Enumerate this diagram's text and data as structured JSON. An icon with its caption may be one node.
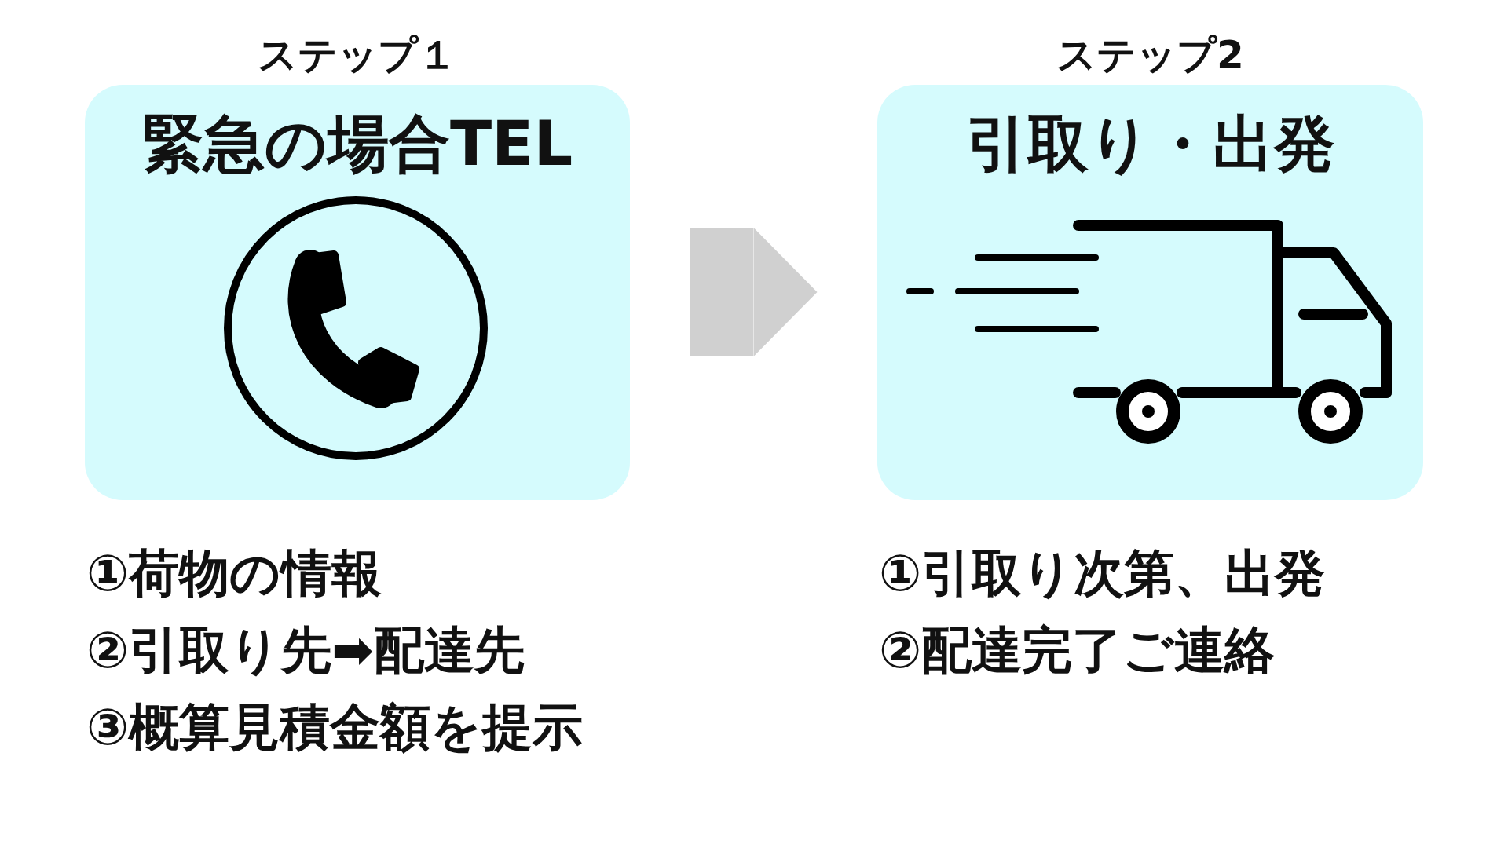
{
  "diagram": {
    "nodes": [
      {
        "text": [
          "ステップ１",
          "緊急の場合TEL"
        ],
        "beside": [
          "①荷物の情報",
          "②引取り先➡配達先",
          "③概算見積金額を提示"
        ]
      },
      {
        "text": [
          "ステップ2",
          "引取り・出発"
        ],
        "beside": [
          "①引取り次第、出発",
          "②配達完了ご連絡"
        ]
      }
    ],
    "edges": [
      {
        "from": 0,
        "to": 1,
        "arrow": "to"
      }
    ]
  }
}
